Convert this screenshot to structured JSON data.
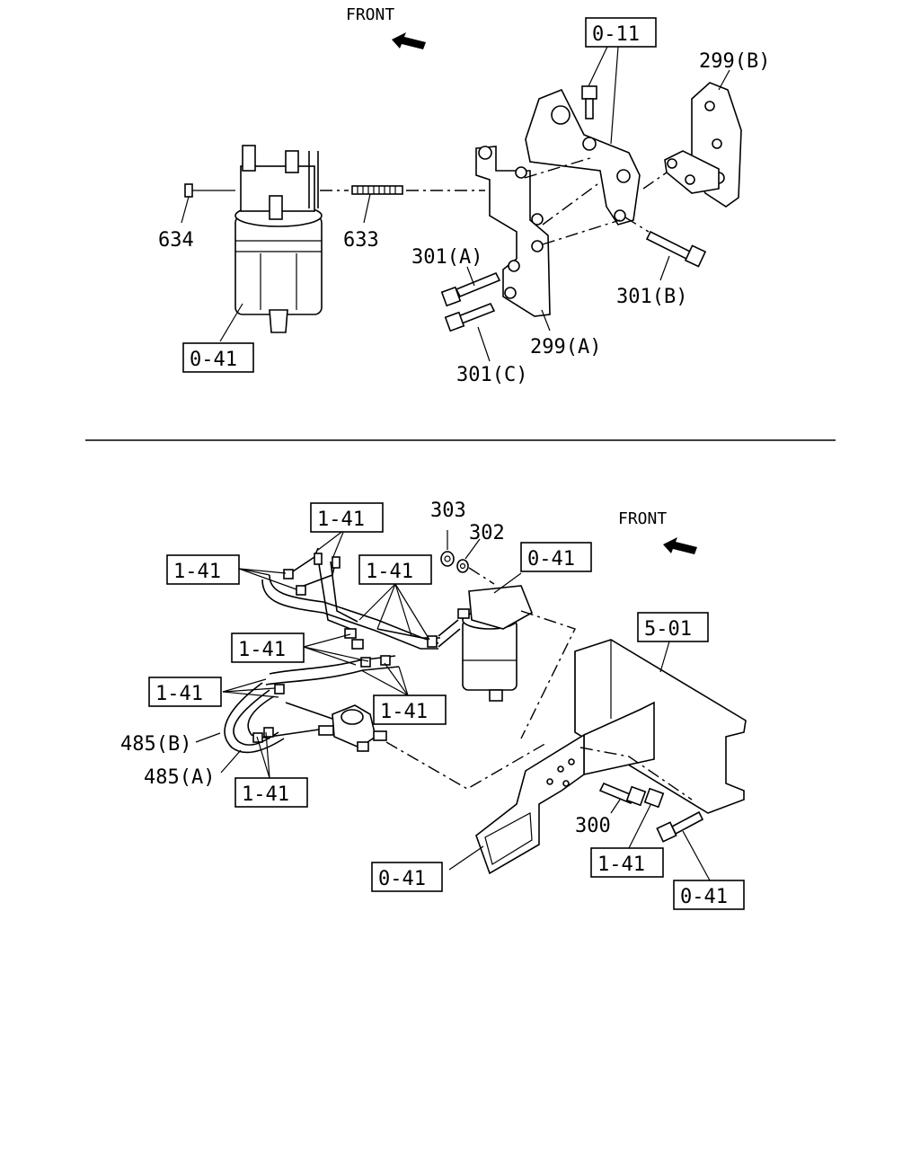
{
  "top_view": {
    "front_label": "FRONT",
    "labels": {
      "ref_0_11": "0-11",
      "part_299_b": "299(B)",
      "part_634": "634",
      "part_633": "633",
      "part_301_a": "301(A)",
      "part_301_b": "301(B)",
      "ref_0_41": "0-41",
      "part_299_a": "299(A)",
      "part_301_c": "301(C)"
    }
  },
  "bottom_view": {
    "front_label": "FRONT",
    "labels": {
      "part_303": "303",
      "part_302": "302",
      "ref_1_41_top": "1-41",
      "ref_1_41_left_upper": "1-41",
      "ref_1_41_center": "1-41",
      "ref_0_41_filter": "0-41",
      "ref_5_01": "5-01",
      "ref_1_41_left_mid": "1-41",
      "ref_1_41_left_low": "1-41",
      "ref_1_41_right_mid": "1-41",
      "part_485_b": "485(B)",
      "part_485_a": "485(A)",
      "ref_1_41_bottom": "1-41",
      "part_300": "300",
      "ref_1_41_bolt": "1-41",
      "ref_0_41_bracket": "0-41",
      "ref_0_41_bolt": "0-41"
    }
  }
}
